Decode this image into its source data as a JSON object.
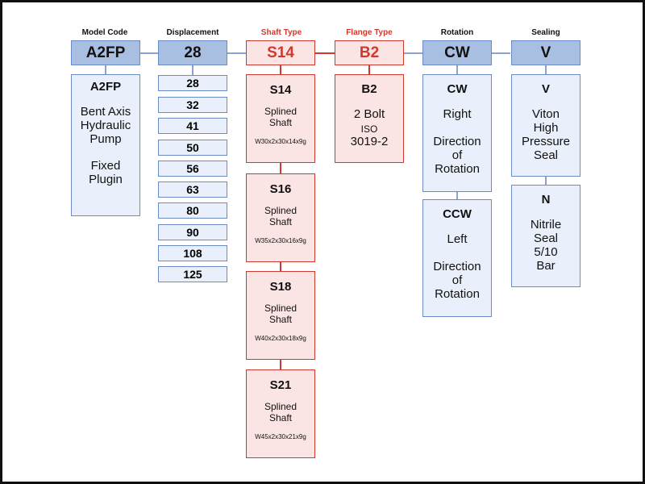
{
  "headers": {
    "model_code": "Model Code",
    "displacement": "Displacement",
    "shaft_type": "Shaft Type",
    "flange_type": "Flange Type",
    "rotation": "Rotation",
    "sealing": "Sealing"
  },
  "codes": {
    "model": "A2FP",
    "displacement": "28",
    "shaft": "S14",
    "flange": "B2",
    "rotation": "CW",
    "sealing": "V"
  },
  "model": {
    "title": "A2FP",
    "line1": "Bent Axis",
    "line2": "Hydraulic",
    "line3": "Pump",
    "line4": "Fixed",
    "line5": "Plugin"
  },
  "displacements": [
    "28",
    "32",
    "41",
    "50",
    "56",
    "63",
    "80",
    "90",
    "108",
    "125"
  ],
  "shafts": [
    {
      "title": "S14",
      "line1": "Splined",
      "line2": "Shaft",
      "spec": "W30x2x30x14x9g"
    },
    {
      "title": "S16",
      "line1": "Splined",
      "line2": "Shaft",
      "spec": "W35x2x30x16x9g"
    },
    {
      "title": "S18",
      "line1": "Splined",
      "line2": "Shaft",
      "spec": "W40x2x30x18x9g"
    },
    {
      "title": "S21",
      "line1": "Splined",
      "line2": "Shaft",
      "spec": "W45x2x30x21x9g"
    }
  ],
  "flange": {
    "title": "B2",
    "line1": "2 Bolt",
    "line2": "ISO",
    "line3": "3019-2"
  },
  "rotations": [
    {
      "title": "CW",
      "line1": "Right",
      "line2": "Direction",
      "line3": "of",
      "line4": "Rotation"
    },
    {
      "title": "CCW",
      "line1": "Left",
      "line2": "Direction",
      "line3": "of",
      "line4": "Rotation"
    }
  ],
  "seals": [
    {
      "title": "V",
      "line1": "Viton",
      "line2": "High",
      "line3": "Pressure",
      "line4": "Seal"
    },
    {
      "title": "N",
      "line1": "Nitrile",
      "line2": "Seal",
      "line3": "5/10",
      "line4": "Bar"
    }
  ],
  "colors": {
    "blue_header": "#a8bfe2",
    "blue_border": "#6a8cc6",
    "blue_box": "#eaf0fb",
    "red_accent": "#d03a2e",
    "red_box": "#fbe4e4"
  }
}
